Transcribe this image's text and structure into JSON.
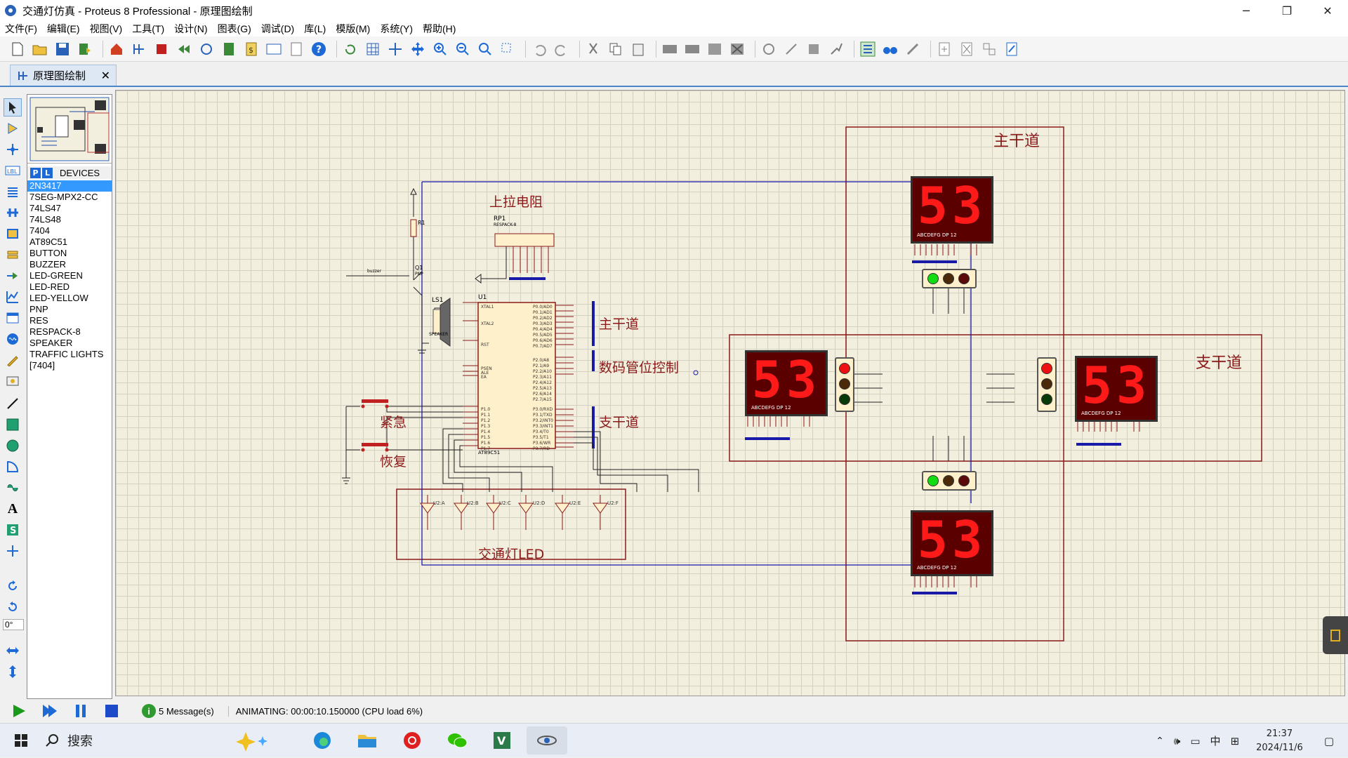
{
  "window": {
    "title": "交通灯仿真 - Proteus 8 Professional - 原理图绘制",
    "minimize": "─",
    "restore": "❐",
    "close": "✕"
  },
  "menu": [
    "文件(F)",
    "编辑(E)",
    "视图(V)",
    "工具(T)",
    "设计(N)",
    "图表(G)",
    "调试(D)",
    "库(L)",
    "模版(M)",
    "系统(Y)",
    "帮助(H)"
  ],
  "tab": {
    "label": "原理图绘制",
    "close": "✕"
  },
  "devices": {
    "header_p": "P",
    "header_l": "L",
    "header_label": "DEVICES",
    "items": [
      "2N3417",
      "7SEG-MPX2-CC",
      "74LS47",
      "74LS48",
      "7404",
      "AT89C51",
      "BUTTON",
      "BUZZER",
      "LED-GREEN",
      "LED-RED",
      "LED-YELLOW",
      "PNP",
      "RES",
      "RESPACK-8",
      "SPEAKER",
      "TRAFFIC LIGHTS",
      "[7404]"
    ],
    "selected_index": 0
  },
  "rotation": "0°",
  "schematic": {
    "labels": {
      "pullup": "上拉电阻",
      "main_road_top": "主干道",
      "main_road_bus": "主干道",
      "digit_ctrl": "数码管位控制",
      "branch_bus": "支干道",
      "branch_road": "支干道",
      "emergency": "紧急",
      "restore": "恢复",
      "traffic_led": "交通灯LED"
    },
    "components": {
      "rp1": "RP1",
      "rp1_type": "RESPACK-8",
      "u1": "U1",
      "u1_type": "AT89C51",
      "ls1": "LS1",
      "ls1_type": "SPEAKER",
      "r1": "R1",
      "q1": "Q1",
      "q1_type": "PNP",
      "buzzer_net": "buzzer",
      "u2": [
        "U2:A",
        "U2:B",
        "U2:C",
        "U2:D",
        "U2:E",
        "U2:F"
      ],
      "u2_type": "7404"
    },
    "displays": [
      {
        "id": "disp-top",
        "value": "53",
        "pins": "ABCDEFG DP   12"
      },
      {
        "id": "disp-left",
        "value": "53",
        "pins": "ABCDEFG DP   12"
      },
      {
        "id": "disp-right",
        "value": "53",
        "pins": "ABCDEFG DP   12"
      },
      {
        "id": "disp-bottom",
        "value": "53",
        "pins": "ABCDEFG DP   12"
      }
    ],
    "colors": {
      "wire": "#1a1aa8",
      "label": "#8b1a1a",
      "segment_on": "#ff1a1a",
      "box": "#8b1a1a"
    }
  },
  "status": {
    "messages": "5 Message(s)",
    "animating": "ANIMATING: 00:00:10.150000 (CPU load 6%)"
  },
  "taskbar": {
    "search": "搜索",
    "ime": "中",
    "time": "21:37",
    "date": "2024/11/6"
  }
}
